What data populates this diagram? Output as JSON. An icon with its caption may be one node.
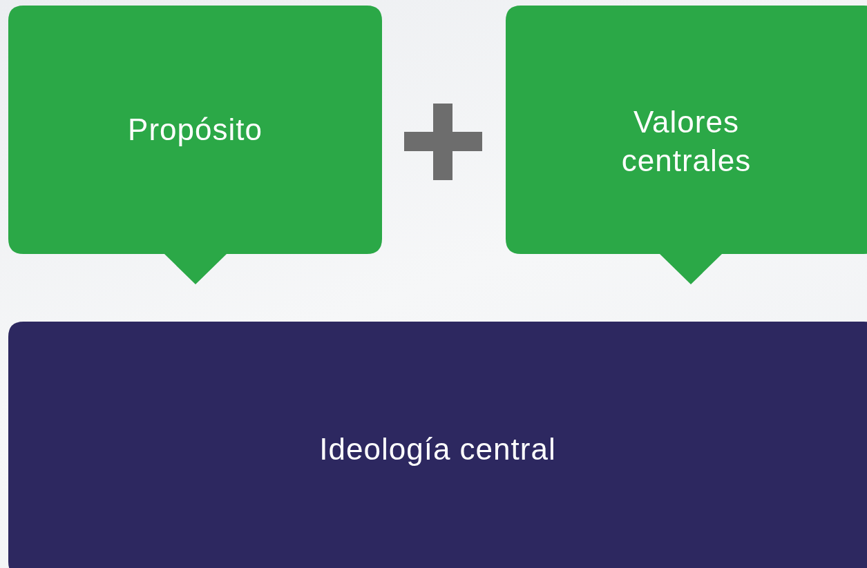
{
  "diagram": {
    "nodes": [
      {
        "text": [
          "Propósito"
        ]
      },
      {
        "text": [
          "Valores centrales"
        ]
      },
      {
        "text": [
          "Ideología central"
        ]
      }
    ]
  }
}
